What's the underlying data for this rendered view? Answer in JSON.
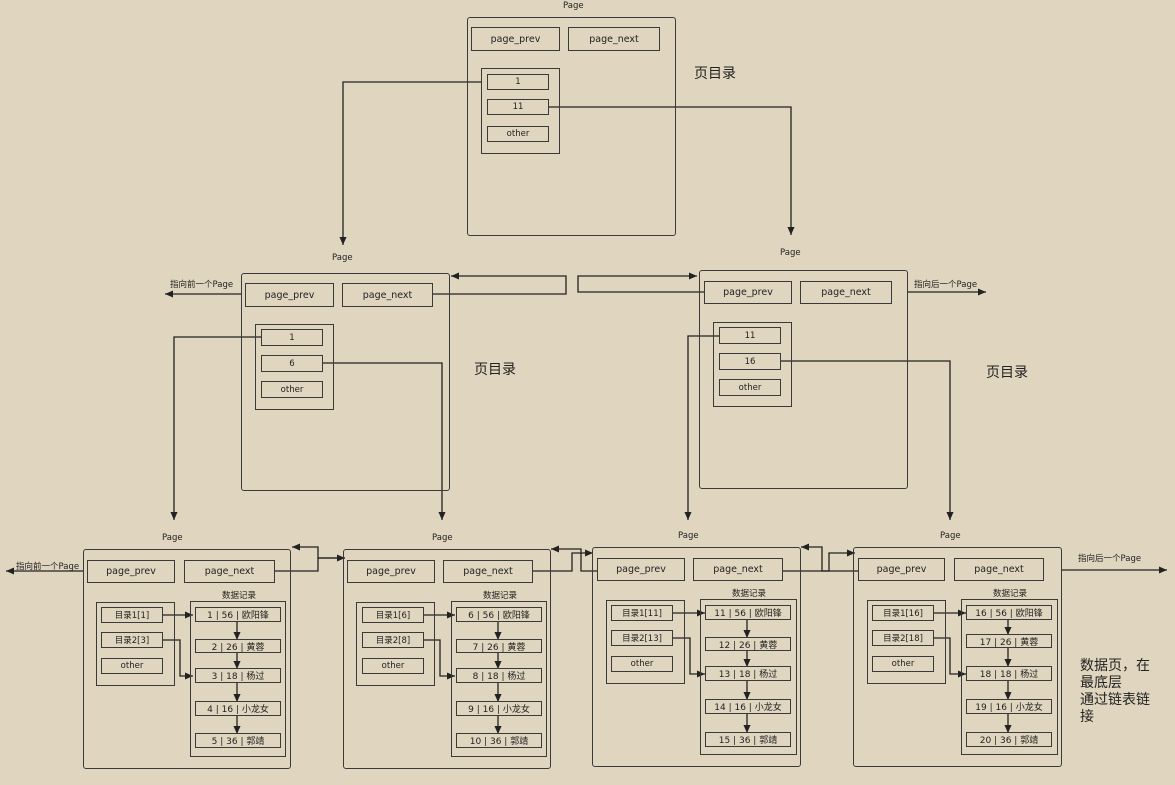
{
  "labels": {
    "page": "Page",
    "page_prev": "page_prev",
    "page_next": "page_next",
    "other": "other",
    "page_directory": "页目录",
    "data_records": "数据记录",
    "prev_page_pointer": "指向前一个Page",
    "next_page_pointer": "指向后一个Page"
  },
  "root": {
    "entries": [
      "1",
      "11"
    ]
  },
  "inner": [
    {
      "entries": [
        "1",
        "6"
      ]
    },
    {
      "entries": [
        "11",
        "16"
      ]
    }
  ],
  "leaves": [
    {
      "dir": [
        "目录1[1]",
        "目录2[3]"
      ],
      "records": [
        "1 | 56 | 欧阳锋",
        "2 | 26 | 黄蓉",
        "3 | 18 | 杨过",
        "4 | 16 | 小龙女",
        "5 | 36 | 郭靖"
      ]
    },
    {
      "dir": [
        "目录1[6]",
        "目录2[8]"
      ],
      "records": [
        "6 | 56 | 欧阳锋",
        "7 | 26 | 黄蓉",
        "8 | 18 | 杨过",
        "9 | 16 | 小龙女",
        "10 | 36 | 郭靖"
      ]
    },
    {
      "dir": [
        "目录1[11]",
        "目录2[13]"
      ],
      "records": [
        "11 | 56 | 欧阳锋",
        "12 | 26 | 黄蓉",
        "13 | 18 | 杨过",
        "14 | 16 | 小龙女",
        "15 | 36 | 郭靖"
      ]
    },
    {
      "dir": [
        "目录1[16]",
        "目录2[18]"
      ],
      "records": [
        "16 | 56 | 欧阳锋",
        "17 | 26 | 黄蓉",
        "18 | 18 | 杨过",
        "19 | 16 | 小龙女",
        "20 | 36 | 郭靖"
      ]
    }
  ],
  "note": {
    "line1": "数据页，在",
    "line2": "最底层",
    "line3": "通过链表链",
    "line4": "接"
  },
  "colors": {
    "background": "#e0d6bf",
    "stroke": "#3a3a3a",
    "text": "#222222"
  }
}
